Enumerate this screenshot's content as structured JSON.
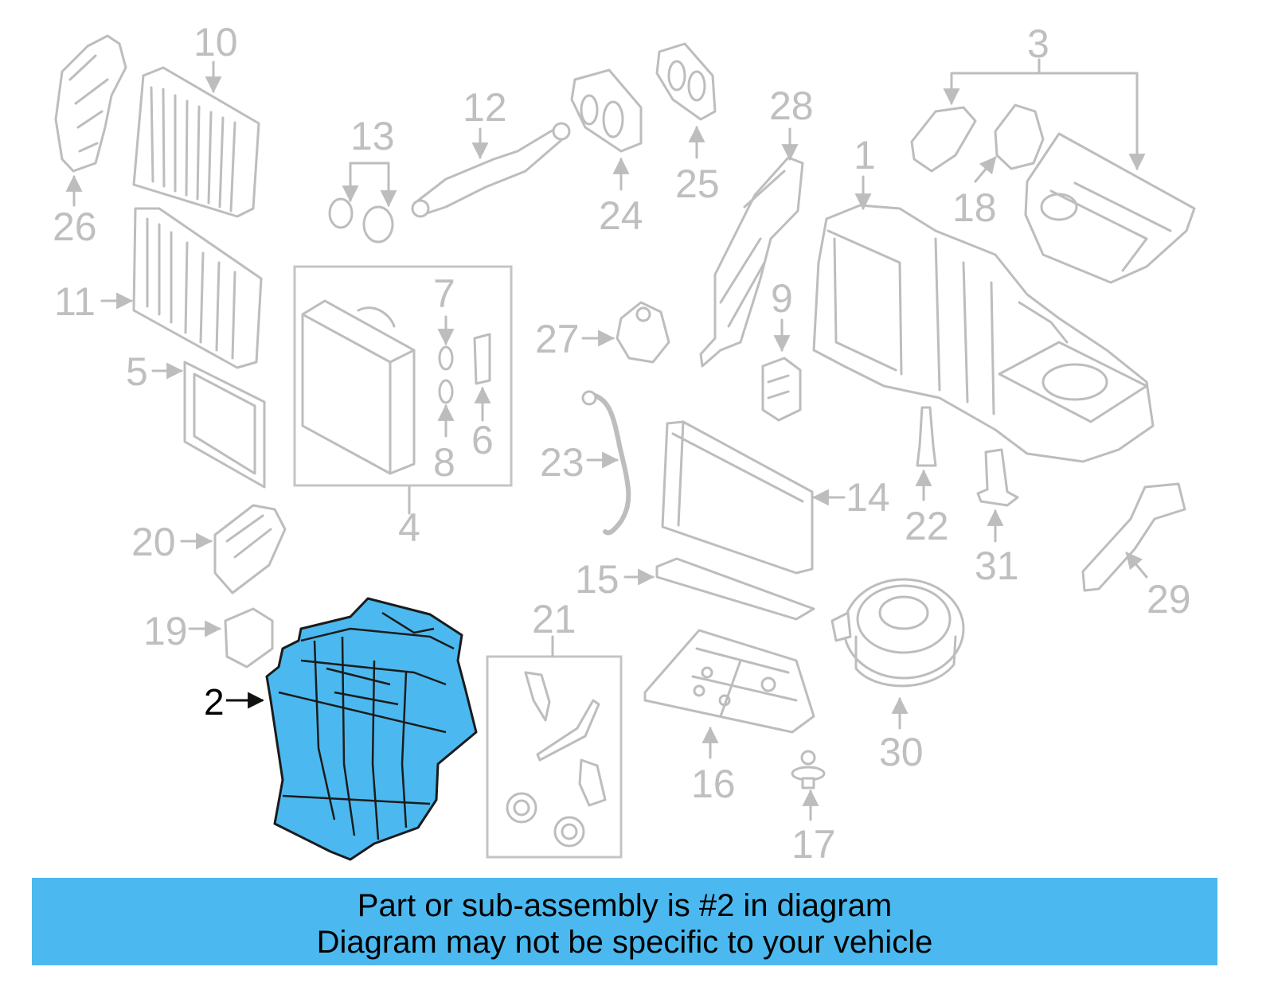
{
  "colors": {
    "highlight_fill": "#4bb9ef",
    "footer_bg": "#4bb9ef",
    "part_stroke": "#bdbdbd",
    "label_gray": "#bfbfbf",
    "highlight_label": "#000000"
  },
  "diagram": {
    "callouts": {
      "c1": "1",
      "c2": "2",
      "c3": "3",
      "c4": "4",
      "c5": "5",
      "c6": "6",
      "c7": "7",
      "c8": "8",
      "c9": "9",
      "c10": "10",
      "c11": "11",
      "c12": "12",
      "c13": "13",
      "c14": "14",
      "c15": "15",
      "c16": "16",
      "c17": "17",
      "c18": "18",
      "c19": "19",
      "c20": "20",
      "c21": "21",
      "c22": "22",
      "c23": "23",
      "c24": "24",
      "c25": "25",
      "c26": "26",
      "c27": "27",
      "c28": "28",
      "c29": "29",
      "c30": "30",
      "c31": "31"
    },
    "highlighted_part": "2"
  },
  "footer": {
    "line1": "Part or sub-assembly is #2 in diagram",
    "line2": "Diagram may not be specific to your vehicle"
  }
}
